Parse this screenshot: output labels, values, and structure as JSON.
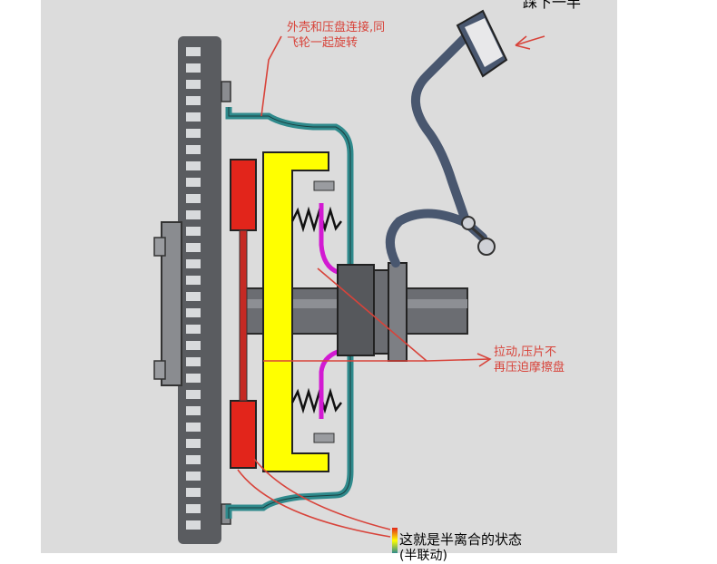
{
  "labels": {
    "shell": [
      "外壳和压盘连接,同",
      "飞轮一起旋转"
    ],
    "pedal": "踩下一半",
    "pull": [
      "拉动,压片不",
      "再压迫摩擦盘"
    ],
    "state": "这就是半离合的状态",
    "state_cut": "(半联动)"
  },
  "colors": {
    "background": "#dcdcdc",
    "flywheel": "#5a5c60",
    "friction_pad": "#e2251b",
    "pressure_plate": "#ffff00",
    "housing": "#2f8a8c",
    "spring_arm": "#d21ad2",
    "annotation_line": "#d8433a",
    "pedal": "#49576f"
  }
}
